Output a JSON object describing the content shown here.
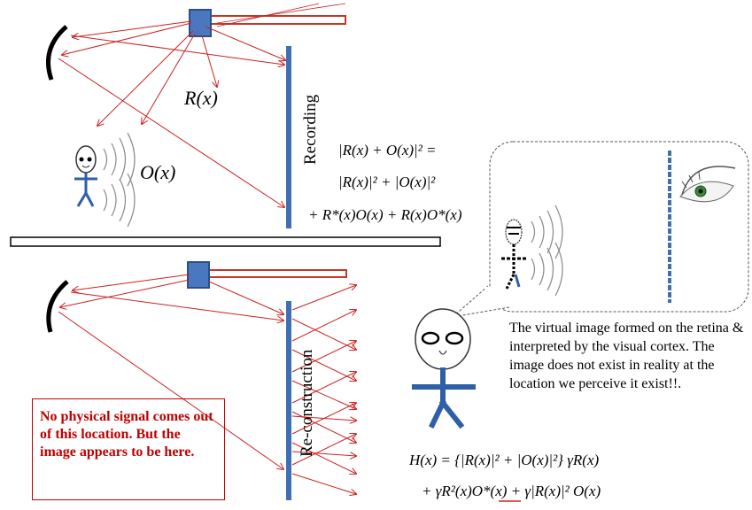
{
  "labels": {
    "reference_wave": "R(x)",
    "object_wave": "O(x)",
    "recording": "Recording",
    "reconstruction": "Re-construction"
  },
  "equations": {
    "intensity_line1": "|R(x) + O(x)|² =",
    "intensity_line2": "|R(x)|² + |O(x)|²",
    "intensity_line3": "+ R*(x)O(x) + R(x)O*(x)",
    "hologram_line1": "H(x) = {|R(x)|² + |O(x)|²} γR(x)",
    "hologram_line2_main": "+ γR²(x)O*(x) + γ|R(x)|²",
    "hologram_line2_term": "O(x)"
  },
  "notes": {
    "no_signal": "No physical signal comes out of this location. But the image appears to be here.",
    "virtual_image": "The virtual image formed on the retina & interpreted by the visual cortex. The image does not exist in reality at the location we perceive it exist!!."
  },
  "colors": {
    "ray": "#cc2222",
    "plate": "#3f6fb0",
    "laser": "#c0392b",
    "note_text": "#c00000",
    "figure": "#2e5fa8"
  },
  "icons": [
    "laser-source-icon",
    "mirror-icon",
    "stick-figure-icon",
    "eye-icon"
  ]
}
